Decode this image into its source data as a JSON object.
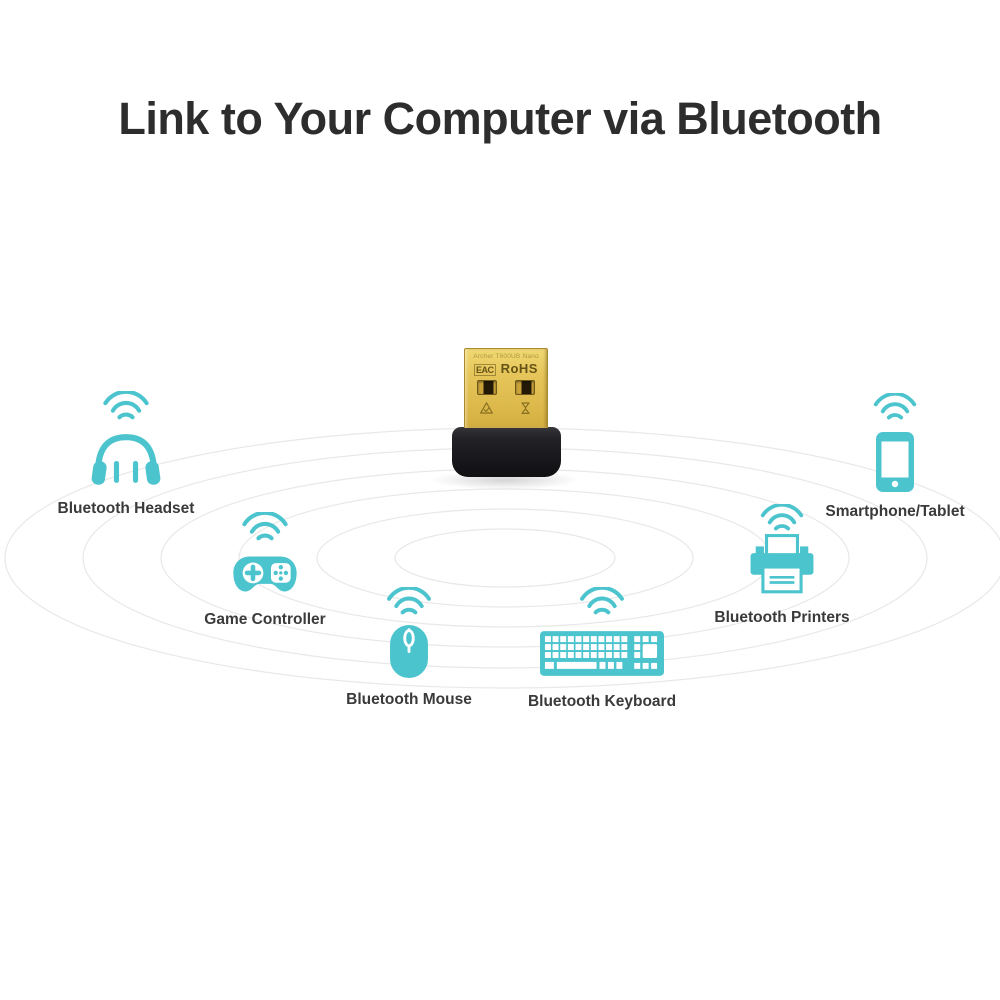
{
  "title": "Link to Your Computer via Bluetooth",
  "adapter": {
    "top_marking": "Archer T600UB Nano",
    "cert_eac": "EAC",
    "cert_rohs": "RoHS"
  },
  "devices": [
    {
      "label": "Bluetooth Headset"
    },
    {
      "label": "Game Controller"
    },
    {
      "label": "Bluetooth Mouse"
    },
    {
      "label": "Bluetooth Keyboard"
    },
    {
      "label": "Bluetooth Printers"
    },
    {
      "label": "Smartphone/Tablet"
    }
  ],
  "colors": {
    "accent_teal": "#4cc4ce",
    "title_text": "#2d2d2d",
    "label_text": "#3a3a3a",
    "ring_gray": "#e8e8e8",
    "usb_gold": "#e3c052",
    "body_black": "#1a1a1e"
  }
}
